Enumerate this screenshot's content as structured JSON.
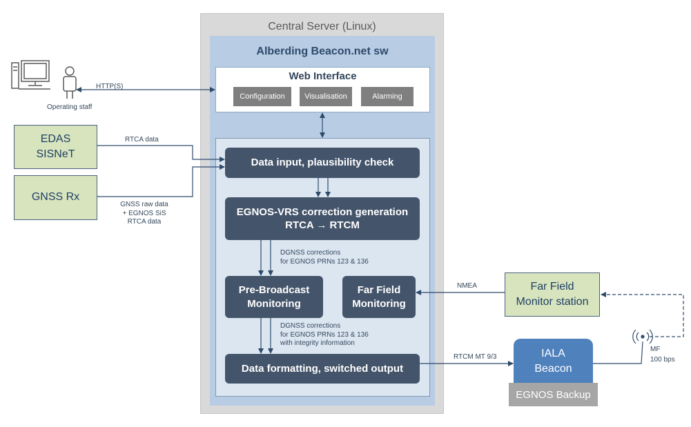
{
  "central_server": {
    "title": "Central Server (Linux)"
  },
  "beacon_sw": {
    "title": "Alberding Beacon.net sw"
  },
  "web_interface": {
    "title": "Web Interface",
    "buttons": [
      "Configuration",
      "Visualisation",
      "Alarming"
    ]
  },
  "operator": {
    "label": "Operating staff",
    "link_label": "HTTP(S)"
  },
  "sources": {
    "edas": {
      "line1": "EDAS",
      "line2": "SISNeT",
      "link_label": "RTCA data"
    },
    "gnss_rx": {
      "label": "GNSS Rx",
      "link_label_lines": [
        "GNSS raw data",
        "+ EGNOS SiS",
        "RTCA data"
      ]
    }
  },
  "processing": {
    "data_input": "Data input, plausibility check",
    "egnos_vrs_line1": "EGNOS-VRS correction generation",
    "egnos_vrs_line2": "RTCA → RTCM",
    "prebroadcast_line1": "Pre-Broadcast",
    "prebroadcast_line2": "Monitoring",
    "farfield_line1": "Far Field",
    "farfield_line2": "Monitoring",
    "output": "Data formatting, switched output"
  },
  "annotations": {
    "dgnss1": [
      "DGNSS corrections",
      "for EGNOS PRNs 123 & 136"
    ],
    "dgnss2": [
      "DGNSS corrections",
      "for EGNOS PRNs 123 & 136",
      "with integrity information"
    ],
    "nmea": "NMEA",
    "rtcm": "RTCM MT 9/3",
    "mf": [
      "MF",
      "100 bps"
    ]
  },
  "far_field_station": {
    "line1": "Far Field",
    "line2": "Monitor station"
  },
  "iala_beacon": {
    "line1": "IALA",
    "line2": "Beacon"
  },
  "egnos_backup": "EGNOS Backup",
  "colors": {
    "dark_box": "#44546a",
    "green_box": "#d7e4bd",
    "iala": "#4f81bd",
    "central_server": "#d9d9d9",
    "beacon_sw": "#b8cce4",
    "inner_panel": "#dce6f1",
    "arrow": "#2e4a6b"
  }
}
